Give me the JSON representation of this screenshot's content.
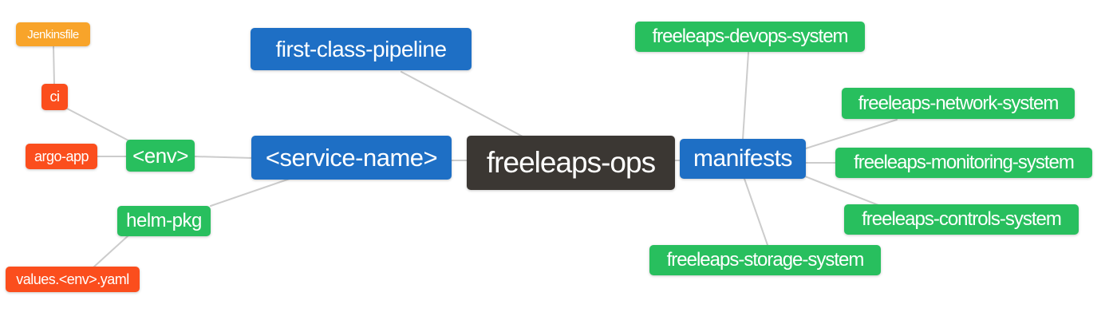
{
  "diagram": {
    "type": "mindmap",
    "title": "freeleaps-ops repository structure mind map",
    "background": "#ffffff",
    "palette": {
      "root_bg": "#3b3733",
      "branch_blue": "#1e6fc5",
      "leaf_green": "#28bf5e",
      "leaf_red": "#fb4e1d",
      "leaf_orange": "#f8a42a",
      "edge_gray": "#cccccc",
      "text": "#ffffff"
    },
    "nodes": {
      "root": {
        "label": "freeleaps-ops",
        "color": "#3b3733"
      },
      "first_class_pipeline": {
        "label": "first-class-pipeline",
        "color": "#1e6fc5"
      },
      "service_name": {
        "label": "<service-name>",
        "color": "#1e6fc5"
      },
      "manifests": {
        "label": "manifests",
        "color": "#1e6fc5"
      },
      "env": {
        "label": "<env>",
        "color": "#28bf5e"
      },
      "helm_pkg": {
        "label": "helm-pkg",
        "color": "#28bf5e"
      },
      "ci": {
        "label": "ci",
        "color": "#fb4e1d"
      },
      "argo_app": {
        "label": "argo-app",
        "color": "#fb4e1d"
      },
      "jenkinsfile": {
        "label": "Jenkinsfile",
        "color": "#f8a42a"
      },
      "values_env_yaml": {
        "label": "values.<env>.yaml",
        "color": "#fb4e1d"
      },
      "devops_system": {
        "label": "freeleaps-devops-system",
        "color": "#28bf5e"
      },
      "network_system": {
        "label": "freeleaps-network-system",
        "color": "#28bf5e"
      },
      "monitoring_system": {
        "label": "freeleaps-monitoring-system",
        "color": "#28bf5e"
      },
      "controls_system": {
        "label": "freeleaps-controls-system",
        "color": "#28bf5e"
      },
      "storage_system": {
        "label": "freeleaps-storage-system",
        "color": "#28bf5e"
      }
    },
    "edges": [
      {
        "from": "root",
        "to": "first_class_pipeline"
      },
      {
        "from": "root",
        "to": "service_name"
      },
      {
        "from": "root",
        "to": "manifests"
      },
      {
        "from": "service_name",
        "to": "env"
      },
      {
        "from": "service_name",
        "to": "helm_pkg"
      },
      {
        "from": "env",
        "to": "ci"
      },
      {
        "from": "env",
        "to": "argo_app"
      },
      {
        "from": "ci",
        "to": "jenkinsfile"
      },
      {
        "from": "helm_pkg",
        "to": "values_env_yaml"
      },
      {
        "from": "manifests",
        "to": "devops_system"
      },
      {
        "from": "manifests",
        "to": "network_system"
      },
      {
        "from": "manifests",
        "to": "monitoring_system"
      },
      {
        "from": "manifests",
        "to": "controls_system"
      },
      {
        "from": "manifests",
        "to": "storage_system"
      }
    ]
  }
}
